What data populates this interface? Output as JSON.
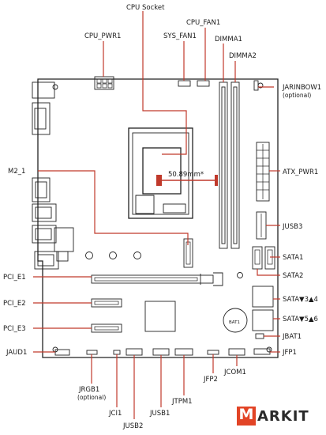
{
  "labels": {
    "cpu_socket": "CPU Socket",
    "cpu_fan1": "CPU_FAN1",
    "cpu_pwr1": "CPU_PWR1",
    "sys_fan1": "SYS_FAN1",
    "dimma1": "DIMMA1",
    "dimma2": "DIMMA2",
    "jarinbow1": "JARINBOW1",
    "jarinbow1_opt": "(optional)",
    "atx_pwr1": "ATX_PWR1",
    "m2_1": "M2_1",
    "dimension": "50.89mm*",
    "jusb3": "JUSB3",
    "sata1": "SATA1",
    "sata2": "SATA2",
    "pci_e1": "PCI_E1",
    "pci_e2": "PCI_E2",
    "pci_e3": "PCI_E3",
    "sata34": "SATA▼3▲4",
    "sata56": "SATA▼5▲6",
    "jbat1": "JBAT1",
    "jfp1": "JFP1",
    "jaud1": "JAUD1",
    "jrgb1": "JRGB1",
    "jrgb1_opt": "(optional)",
    "jci1": "JCI1",
    "jusb2": "JUSB2",
    "jusb1": "JUSB1",
    "jtpm1": "JTPM1",
    "jfp2": "JFP2",
    "jcom1": "JCOM1",
    "battery": "BAT1"
  },
  "watermark": {
    "letter": "M",
    "rest": "ARKIT"
  },
  "colors": {
    "leader": "#c0392b",
    "watermark_box": "#e24426"
  }
}
